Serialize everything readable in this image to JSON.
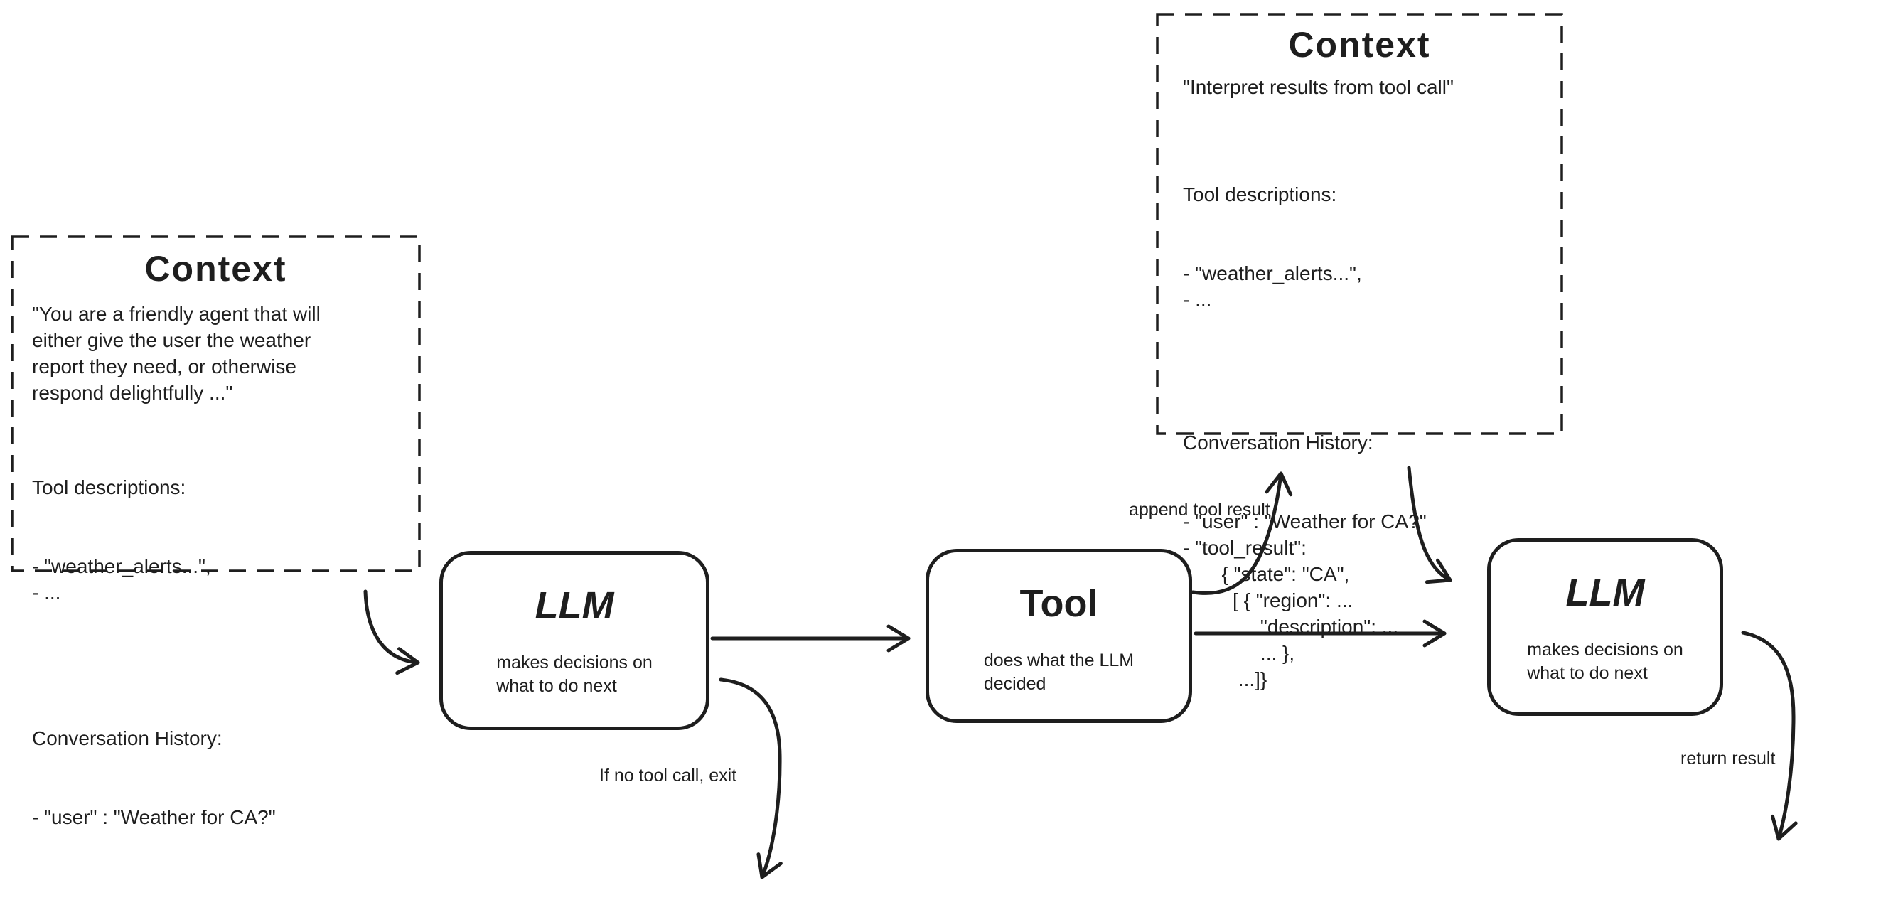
{
  "colors": {
    "background": "#ffffff",
    "ink": "#1e1e1e"
  },
  "context_left": {
    "title": "Context",
    "system_prompt": "\"You are a friendly agent that will\neither give the user the weather\nreport they need, or otherwise\nrespond delightfully ...\"",
    "tool_descriptions_heading": "Tool descriptions:",
    "tool_descriptions": "- \"weather_alerts...\",\n- ...",
    "conversation_heading": "Conversation History:",
    "conversation": "- \"user\" : \"Weather for CA?\""
  },
  "context_top": {
    "title": "Context",
    "instruction": "\"Interpret results from tool call\"",
    "tool_descriptions_heading": "Tool descriptions:",
    "tool_descriptions": "- \"weather_alerts...\",\n- ...",
    "conversation_heading": "Conversation History:",
    "conversation": "- \"user\" : \"Weather for CA?\"\n- \"tool_result\":\n       { \"state\": \"CA\",\n         [ { \"region\": ...\n              \"description\": ...\n              ... },\n          ...]}"
  },
  "nodes": {
    "llm_1": {
      "title": "LLM",
      "description": "makes decisions on\nwhat to do next"
    },
    "tool": {
      "title": "Tool",
      "description": "does what the LLM\ndecided"
    },
    "llm_2": {
      "title": "LLM",
      "description": "makes decisions on\nwhat to do next"
    }
  },
  "edges": [
    {
      "from": "context-left",
      "to": "llm-1",
      "label": ""
    },
    {
      "from": "llm-1",
      "to": "tool",
      "label": ""
    },
    {
      "from": "tool",
      "to": "context-top",
      "label": "append tool result"
    },
    {
      "from": "context-top",
      "to": "llm-2",
      "label": ""
    },
    {
      "from": "tool",
      "to": "llm-2",
      "label": ""
    },
    {
      "from": "llm-1",
      "to": "exit",
      "label": "If no tool call, exit"
    },
    {
      "from": "llm-2",
      "to": "exit",
      "label": "return result"
    }
  ]
}
